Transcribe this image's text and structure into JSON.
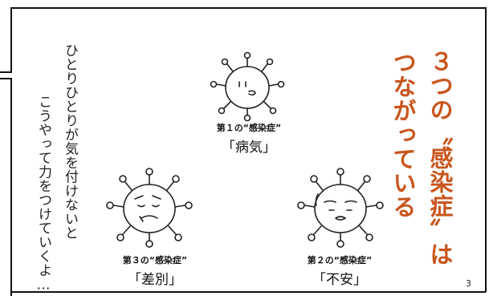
{
  "narration": {
    "line1": "ひとりひとりが気を付けないと",
    "line2": "こうやって力をつけていくよ…"
  },
  "headline": {
    "line1": "３つの〝感染症〟は",
    "line2": "つながっている"
  },
  "infections": [
    {
      "ordinal": "第１の“感染症”",
      "name": "「病気」"
    },
    {
      "ordinal": "第２の“感染症”",
      "name": "「不安」"
    },
    {
      "ordinal": "第３の“感染症”",
      "name": "「差別」"
    }
  ],
  "page_number": "3",
  "colors": {
    "headline": "#c8561e",
    "ink": "#111111"
  }
}
